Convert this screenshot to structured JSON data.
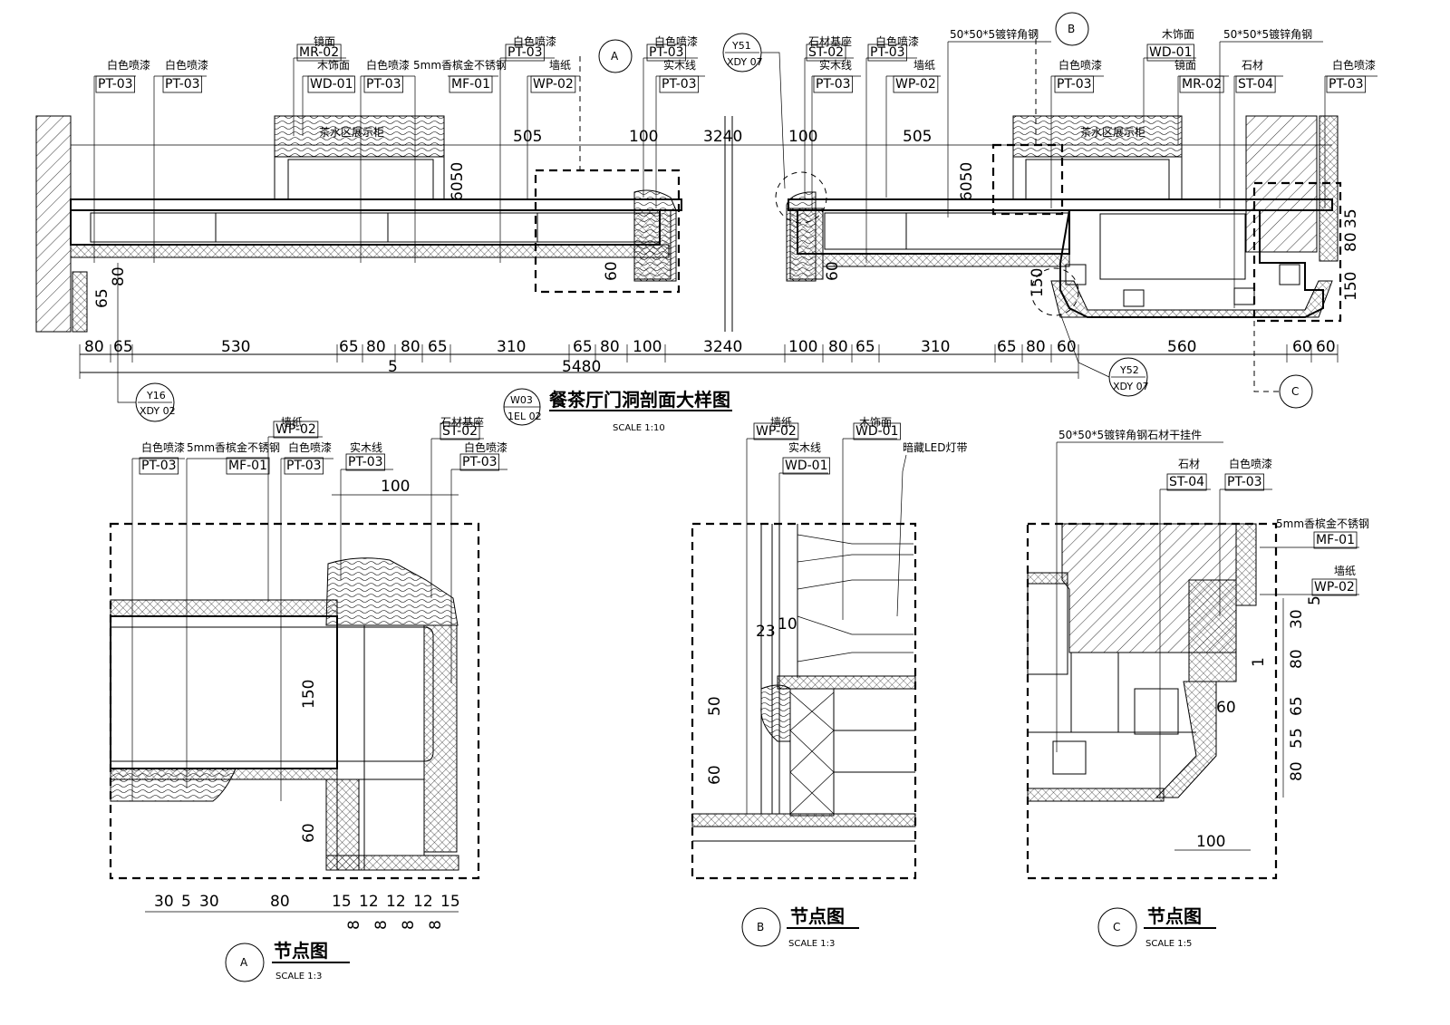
{
  "main_title": "餐茶厅门洞剖面大样图",
  "main_tag": {
    "top": "W03",
    "bottom": "1EL 02"
  },
  "main_scale": "SCALE    1:10",
  "callouts": {
    "A": "A",
    "B": "B",
    "C": "C",
    "y16": {
      "top": "Y16",
      "bottom": "XDY 02"
    },
    "y51": {
      "top": "Y51",
      "bottom": "XDY 07"
    },
    "y52": {
      "top": "Y52",
      "bottom": "XDY 07"
    }
  },
  "main_labels": {
    "l1": {
      "name": "白色喷漆",
      "code": "PT-03"
    },
    "l2": {
      "name": "白色喷漆",
      "code": "PT-03"
    },
    "l3": {
      "name": "镜面",
      "code": "MR-02"
    },
    "l4": {
      "name": "木饰面",
      "code": "WD-01"
    },
    "l5": {
      "name": "白色喷漆",
      "code": "PT-03"
    },
    "l6": {
      "name": "5mm香槟金不锈钢",
      "code": "MF-01"
    },
    "l7": {
      "name": "白色喷漆",
      "code": "PT-03"
    },
    "l8": {
      "name": "墙纸",
      "code": "WP-02"
    },
    "l9": {
      "name": "白色喷漆",
      "code": "PT-03"
    },
    "l10": {
      "name": "实木线",
      "code": "PT-03"
    },
    "l11": {
      "name": "石材基座",
      "code": "ST-02"
    },
    "l12": {
      "name": "实木线",
      "code": "PT-03"
    },
    "l13": {
      "name": "白色喷漆",
      "code": "PT-03"
    },
    "l14": {
      "name": "墙纸",
      "code": "WP-02"
    },
    "l15": {
      "name": "50*50*5镀锌角钢",
      "code": ""
    },
    "l16": {
      "name": "白色喷漆",
      "code": "PT-03"
    },
    "l17": {
      "name": "木饰面",
      "code": "WD-01"
    },
    "l18": {
      "name": "50*50*5镀锌角钢",
      "code": ""
    },
    "l19": {
      "name": "镜面",
      "code": "MR-02"
    },
    "l20": {
      "name": "石材",
      "code": "ST-04"
    },
    "l21": {
      "name": "白色喷漆",
      "code": "PT-03"
    }
  },
  "cabinet_text": "茶水区展示柜",
  "top_dims": [
    "505",
    "100",
    "3240",
    "100",
    "505",
    "6050",
    "6050"
  ],
  "side_dims": [
    "80",
    "65",
    "60",
    "60",
    "150",
    "150",
    "80",
    "35"
  ],
  "bottom_dims": [
    "80",
    "65",
    "530",
    "65",
    "80",
    "80",
    "65",
    "310",
    "65",
    "80",
    "100",
    "3240",
    "100",
    "80",
    "65",
    "310",
    "65",
    "80",
    "60",
    "560",
    "60",
    "60"
  ],
  "overall_dims": [
    "5",
    "5480"
  ],
  "detailA": {
    "title": "节点图",
    "scale": "SCALE    1:3",
    "labels": {
      "a1": {
        "name": "白色喷漆",
        "code": "PT-03"
      },
      "a2": {
        "name": "5mm香槟金不锈钢",
        "code": "MF-01"
      },
      "a3": {
        "name": "墙纸",
        "code": "WP-02"
      },
      "a4": {
        "name": "白色喷漆",
        "code": "PT-03"
      },
      "a5": {
        "name": "实木线",
        "code": "PT-03"
      },
      "a6": {
        "name": "石材基座",
        "code": "ST-02"
      },
      "a7": {
        "name": "白色喷漆",
        "code": "PT-03"
      }
    },
    "dims": [
      "100",
      "150",
      "60"
    ],
    "bottom_dims": [
      "30",
      "5",
      "30",
      "80",
      "15",
      "12",
      "12",
      "12",
      "15"
    ],
    "sub_dims": [
      "8",
      "8",
      "8",
      "8"
    ]
  },
  "detailB": {
    "title": "节点图",
    "scale": "SCALE    1:3",
    "labels": {
      "b1": {
        "name": "墙纸",
        "code": "WP-02"
      },
      "b2": {
        "name": "木饰面",
        "code": "WD-01"
      },
      "b3": {
        "name": "实木线",
        "code": "WD-01"
      },
      "b4": {
        "name": "暗藏LED灯带",
        "code": ""
      }
    },
    "dims": [
      "23",
      "10",
      "50",
      "60"
    ]
  },
  "detailC": {
    "title": "节点图",
    "scale": "SCALE    1:5",
    "labels": {
      "c1": {
        "name": "50*50*5镀锌角钢石材干挂件",
        "code": ""
      },
      "c2": {
        "name": "石材",
        "code": "ST-04"
      },
      "c3": {
        "name": "白色喷漆",
        "code": "PT-03"
      },
      "c4": {
        "name": "5mm香槟金不锈钢",
        "code": "MF-01"
      },
      "c5": {
        "name": "墙纸",
        "code": "WP-02"
      }
    },
    "dims": [
      "5",
      "30",
      "80",
      "65",
      "5",
      "5",
      "80",
      "60",
      "100",
      "1"
    ]
  }
}
